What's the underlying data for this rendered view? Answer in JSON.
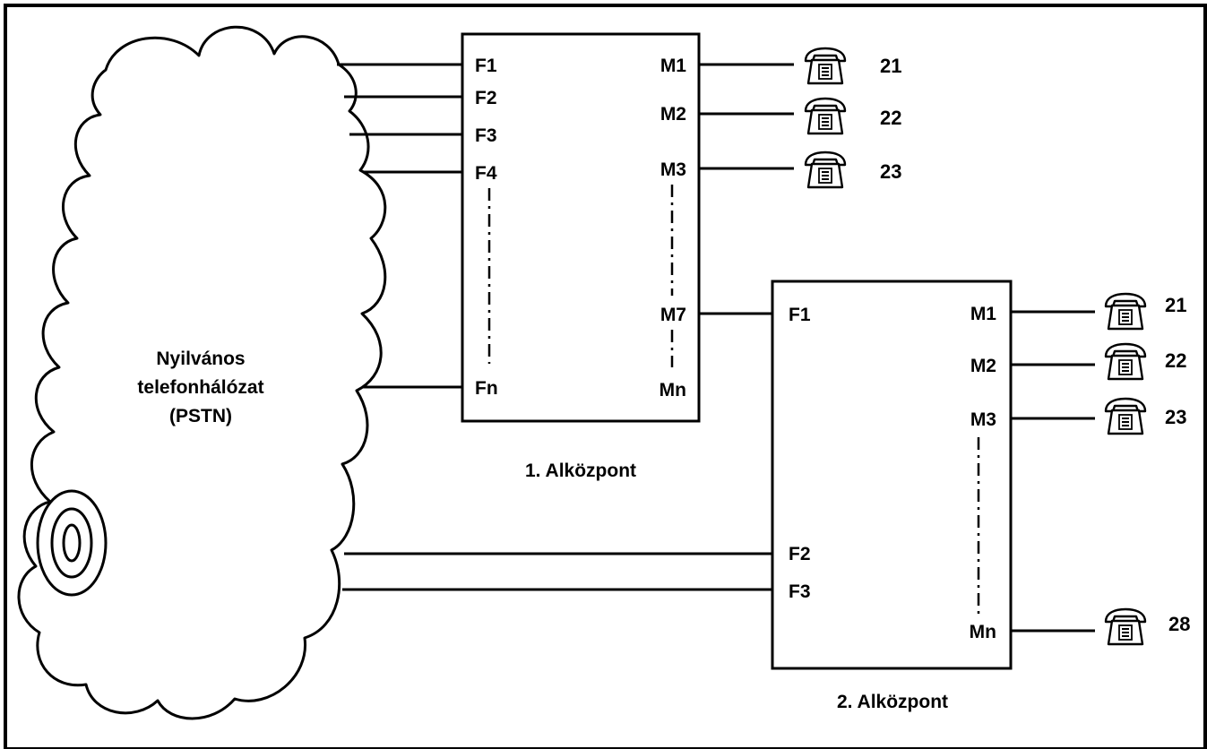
{
  "cloud": {
    "line1": "Nyilvános",
    "line2": "telefonhálózat",
    "line3": "(PSTN)"
  },
  "exchange1": {
    "caption": "1. Alközpont",
    "trunks": [
      "F1",
      "F2",
      "F3",
      "F4",
      "Fn"
    ],
    "extensions": [
      "M1",
      "M2",
      "M3",
      "M7",
      "Mn"
    ],
    "phones": [
      "21",
      "22",
      "23"
    ]
  },
  "exchange2": {
    "caption": "2. Alközpont",
    "trunks": [
      "F1",
      "F2",
      "F3"
    ],
    "extensions": [
      "M1",
      "M2",
      "M3",
      "Mn"
    ],
    "phones": [
      "21",
      "22",
      "23",
      "28"
    ]
  },
  "icons": {
    "phone": "telephone-icon",
    "cloud": "cloud-icon"
  },
  "colors": {
    "line": "#000000",
    "background": "#ffffff"
  }
}
